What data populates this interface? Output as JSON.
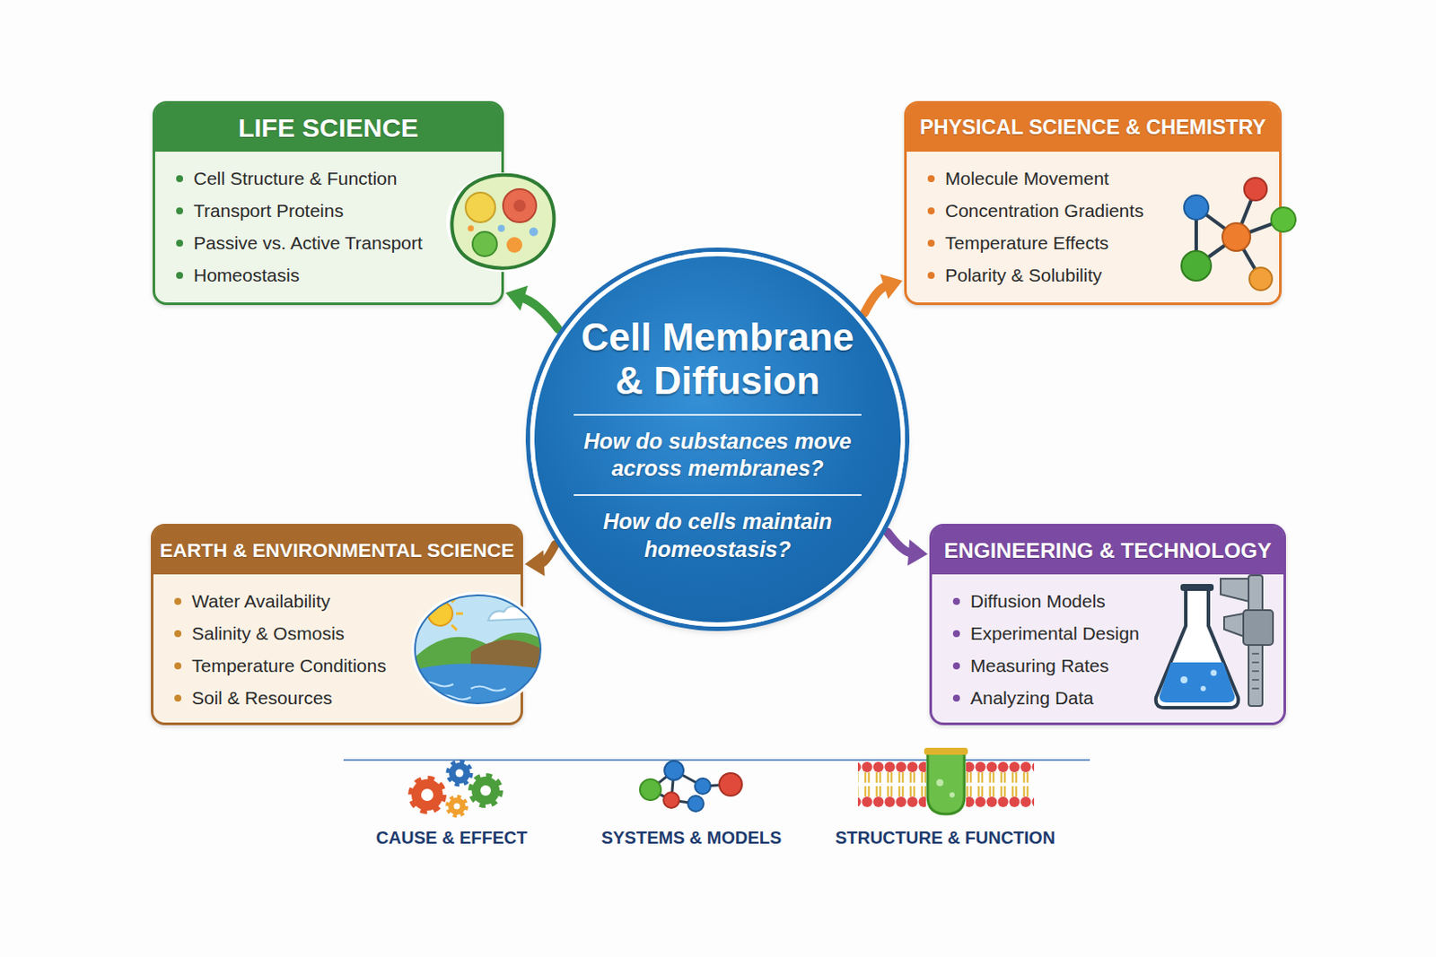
{
  "diagram": {
    "nodes": [
      {
        "text": [
          "Cell Membrane & Diffusion",
          "How do substances move across membranes?",
          "How do cells maintain homeostasis?"
        ]
      },
      {
        "text": [
          "LIFE SCIENCE",
          "Cell Structure & Function",
          "Transport Proteins",
          "Passive vs. Active Transport",
          "Homeostasis"
        ]
      },
      {
        "text": [
          "PHYSICAL SCIENCE & CHEMISTRY",
          "Molecule Movement",
          "Concentration Gradients",
          "Temperature Effects",
          "Polarity & Solubility"
        ]
      },
      {
        "text": [
          "EARTH & ENVIRONMENTAL SCIENCE",
          "Water Availability",
          "Salinity & Osmosis",
          "Temperature Conditions",
          "Soil & Resources"
        ]
      },
      {
        "text": [
          "ENGINEERING & TECHNOLOGY",
          "Diffusion Models",
          "Experimental Design",
          "Measuring Rates",
          "Analyzing Data"
        ]
      }
    ],
    "edges": [
      {
        "from": 0,
        "to": 1,
        "arrow": "to"
      },
      {
        "from": 0,
        "to": 2,
        "arrow": "to"
      },
      {
        "from": 0,
        "to": 3,
        "arrow": "to"
      },
      {
        "from": 0,
        "to": 4,
        "arrow": "to"
      }
    ],
    "labels": [
      "CAUSE & EFFECT",
      "SYSTEMS & MODELS",
      "STRUCTURE & FUNCTION"
    ]
  }
}
